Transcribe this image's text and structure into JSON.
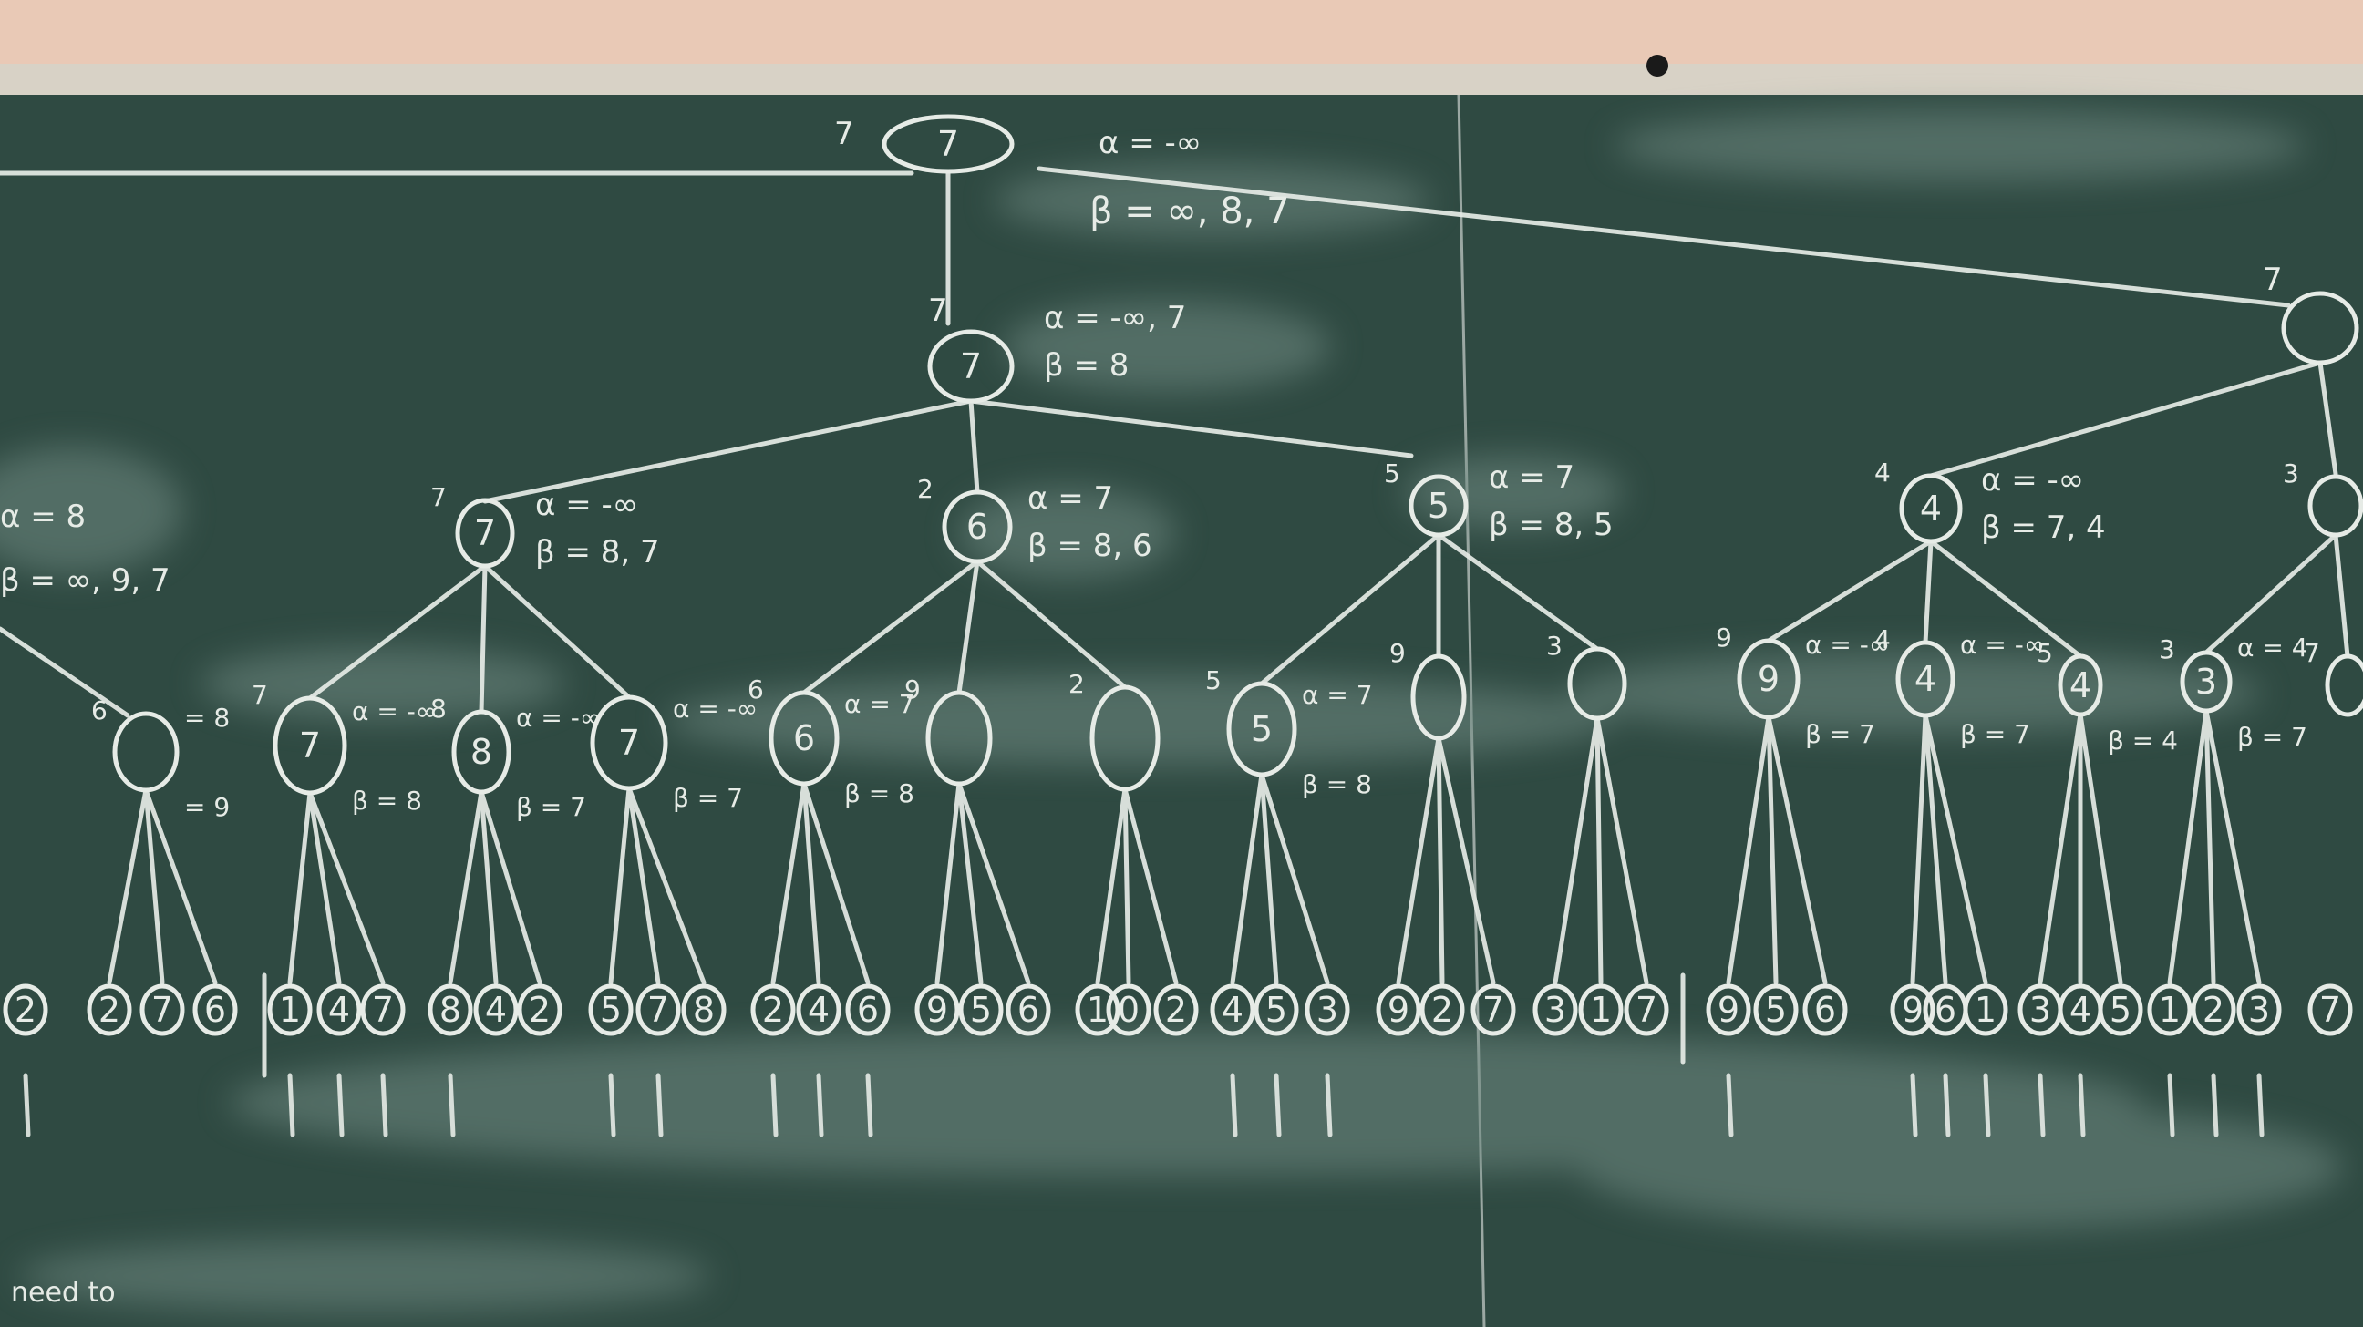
{
  "board": {
    "wall_color": "#e9c9b6",
    "chalkboard_color": "#2f4a42",
    "chalk_color": "#e6ebe6",
    "tray_color": "#cfc8bb"
  },
  "tree": {
    "root": {
      "value": "7",
      "alpha": "α = -∞",
      "beta": "β = ∞, 8, 7",
      "side": "7"
    },
    "right_root": {
      "value": "",
      "side": "7"
    },
    "level1": {
      "value": "7",
      "side": "7",
      "alpha": "α = -∞, 7",
      "beta": "β = 8"
    },
    "level2": [
      {
        "value": "7",
        "side": "7",
        "alpha": "α = -∞",
        "beta": "β = 8, 7"
      },
      {
        "value": "6",
        "side": "2",
        "alpha": "α = 7",
        "beta": "β = 8, 6"
      },
      {
        "value": "5",
        "side": "5",
        "alpha": "α = 7",
        "beta": "β = 8, 5"
      },
      {
        "value": "4",
        "side": "4",
        "alpha": "α = -∞",
        "beta": "β = 7, 4"
      },
      {
        "value": "",
        "side": "3"
      }
    ],
    "left_partial": {
      "alpha": "α = 8",
      "beta": "β = ∞, 9, 7"
    },
    "level3": [
      {
        "value": "",
        "side": "6",
        "note1": "= 8",
        "note2": "= 9"
      },
      {
        "value": "7",
        "side": "7",
        "note1": "α = -∞",
        "note2": "β = 8"
      },
      {
        "value": "8",
        "side": "8",
        "note1": "α = -∞",
        "note2": "β = 7"
      },
      {
        "value": "7",
        "side": "",
        "note1": "α = -∞",
        "note2": "β = 7"
      },
      {
        "value": "6",
        "side": "6",
        "note1": "α = 7",
        "note2": "β = 8"
      },
      {
        "value": "",
        "side": "9",
        "note1": "",
        "note2": ""
      },
      {
        "value": "",
        "side": "2",
        "note1": "",
        "note2": ""
      },
      {
        "value": "5",
        "side": "5",
        "note1": "α = 7",
        "note2": "β = 8"
      },
      {
        "value": "",
        "side": "9",
        "note1": "",
        "note2": ""
      },
      {
        "value": "",
        "side": "3",
        "note1": "",
        "note2": ""
      },
      {
        "value": "9",
        "side": "9",
        "note1": "α = -∞",
        "note2": "β = 7"
      },
      {
        "value": "4",
        "side": "4",
        "note1": "α = -∞",
        "note2": "β = 7"
      },
      {
        "value": "4",
        "side": "5",
        "note1": "",
        "note2": "β = 4"
      },
      {
        "value": "3",
        "side": "3",
        "note1": "α = 4",
        "note2": "β = 7"
      },
      {
        "value": "",
        "side": "7",
        "note1": "",
        "note2": ""
      }
    ],
    "leaves": [
      "2",
      "2",
      "7",
      "6",
      "1",
      "4",
      "7",
      "8",
      "4",
      "2",
      "5",
      "7",
      "8",
      "2",
      "4",
      "6",
      "9",
      "5",
      "6",
      "1",
      "0",
      "2",
      "4",
      "5",
      "3",
      "9",
      "2",
      "7",
      "3",
      "1",
      "7",
      "9",
      "5",
      "6",
      "9",
      "6",
      "1",
      "3",
      "4",
      "5",
      "1",
      "2",
      "3",
      "7"
    ],
    "bottom_note": "need to"
  }
}
